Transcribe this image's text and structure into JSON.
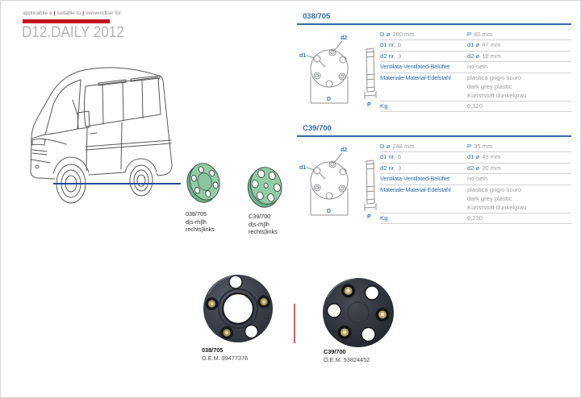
{
  "header": {
    "seg1": "applicabile a",
    "seg2": "suitable to",
    "seg3": "verwendbar für:",
    "sep": "|",
    "model": "D12.DAILY 2012"
  },
  "diagram_labels": {
    "d1": "d1",
    "d2": "d2",
    "D": "D",
    "P": "P"
  },
  "tables": [
    {
      "title": "038/705",
      "row1": {
        "l1": "D ø",
        "v1": "280 mm",
        "l2": "P",
        "v2": "40 mm"
      },
      "row2": {
        "l1": "d1 nr.",
        "v1": "6",
        "l2": "d1 ø",
        "v2": "47 mm"
      },
      "row3": {
        "l1": "d2 nr.",
        "v1": "3",
        "l2": "d2 ø",
        "v2": "19 mm"
      },
      "row4": {
        "label": "Ventilata-Ventilated-Belüftet",
        "value": "no-nein"
      },
      "row5": {
        "label": "Materiale-Material-Edelstahl",
        "v1": "plastica grigio scuro",
        "v2": "dark grey plastic",
        "v3": "Kunststoff dunkelgrau"
      },
      "row6": {
        "label": "Kg",
        "value": "0,320"
      }
    },
    {
      "title": "C39/700",
      "row1": {
        "l1": "D ø",
        "v1": "248 mm",
        "l2": "P",
        "v2": "35 mm"
      },
      "row2": {
        "l1": "d1 nr.",
        "v1": "6",
        "l2": "d1 ø",
        "v2": "43 mm"
      },
      "row3": {
        "l1": "d2 nr.",
        "v1": "3",
        "l2": "d2 ø",
        "v2": "20 mm"
      },
      "row4": {
        "label": "Ventilata-Ventilated-Belüftet",
        "value": "no-nein"
      },
      "row5": {
        "label": "Materiale-Material-Edelstahl",
        "v1": "plastica grigio scuro",
        "v2": "dark grey plastic",
        "v3": "Kunststoff dunkelgrau"
      },
      "row6": {
        "label": "Kg",
        "value": "0,230"
      }
    }
  ],
  "green_covers": [
    {
      "code": "038/705",
      "line2": "d|s-rh|lh",
      "line3": "rechts|links"
    },
    {
      "code": "C39/700",
      "line2": "d|s-rh|lh",
      "line3": "rechts|links"
    }
  ],
  "photos": [
    {
      "code": "038/705",
      "oem": "O.E.M. 99477376"
    },
    {
      "code": "C39/700",
      "oem": "O.E.M. 93824452"
    }
  ],
  "colors": {
    "accent_red": "#c41422",
    "label_blue": "#3273ad",
    "value_gray": "#9a9c9e",
    "cover_green": "#93cda7",
    "ref_line_blue": "#27489c",
    "divider_red": "#e0545e"
  }
}
